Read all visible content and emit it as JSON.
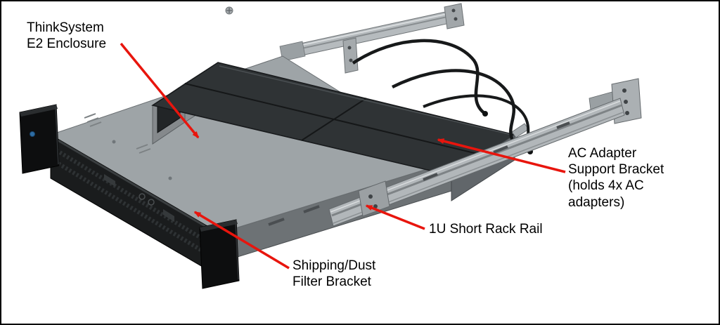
{
  "figure": {
    "colors": {
      "background": "#ffffff",
      "border": "#000000",
      "arrow": "#e8150d",
      "text": "#000000"
    },
    "callouts": {
      "enclosure": {
        "text": "ThinkSystem\nE2 Enclosure"
      },
      "ac_adapter_bracket": {
        "text": "AC Adapter\nSupport Bracket\n(holds 4x AC\nadapters)"
      },
      "rack_rail": {
        "text": "1U Short Rack Rail"
      },
      "filter_bracket": {
        "text": "Shipping/Dust\nFilter Bracket"
      }
    }
  }
}
